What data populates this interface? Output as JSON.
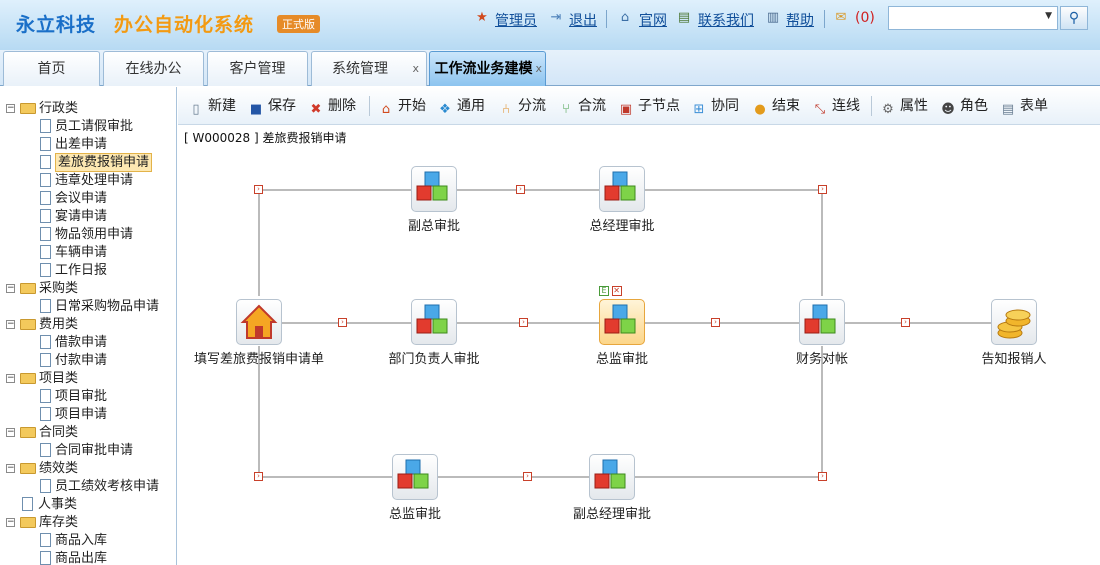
{
  "app": {
    "brand": "永立科技",
    "system_name": "办公自动化系统",
    "edition_badge": "正式版"
  },
  "top_links": {
    "admin": "管理员",
    "logout": "退出",
    "website": "官网",
    "contact": "联系我们",
    "help": "帮助",
    "messages_count": "(0)"
  },
  "search": {
    "placeholder": ""
  },
  "tabs": [
    {
      "label": "首页"
    },
    {
      "label": "在线办公"
    },
    {
      "label": "客户管理"
    },
    {
      "label": "系统管理",
      "close": "x"
    },
    {
      "label": "工作流业务建模",
      "close": "x"
    }
  ],
  "tree": {
    "groups": [
      {
        "label": "行政类",
        "toggle": "⊟",
        "items": [
          "员工请假审批",
          "出差申请",
          "差旅费报销申请",
          "违章处理申请",
          "会议申请",
          "宴请申请",
          "物品领用申请",
          "车辆申请",
          "工作日报"
        ]
      },
      {
        "label": "采购类",
        "toggle": "⊟",
        "items": [
          "日常采购物品申请"
        ]
      },
      {
        "label": "费用类",
        "toggle": "⊟",
        "items": [
          "借款申请",
          "付款申请"
        ]
      },
      {
        "label": "项目类",
        "toggle": "⊟",
        "items": [
          "项目审批",
          "项目申请"
        ]
      },
      {
        "label": "合同类",
        "toggle": "⊟",
        "items": [
          "合同审批申请"
        ]
      },
      {
        "label": "绩效类",
        "toggle": "⊟",
        "items": [
          "员工绩效考核申请"
        ]
      },
      {
        "label": "人事类",
        "toggle": "",
        "items": []
      },
      {
        "label": "库存类",
        "toggle": "⊟",
        "items": [
          "商品入库",
          "商品出库"
        ]
      }
    ],
    "selected": "差旅费报销申请"
  },
  "toolbar": {
    "new": "新建",
    "save": "保存",
    "delete": "删除",
    "start": "开始",
    "general": "通用",
    "split": "分流",
    "merge": "合流",
    "subnode": "子节点",
    "cooperate": "协同",
    "end": "结束",
    "connect": "连线",
    "properties": "属性",
    "role": "角色",
    "form": "表单"
  },
  "flow": {
    "id_label": "[ W000028 ] 差旅费报销申请",
    "nodes": {
      "start": "填写差旅费报销申请单",
      "vp_top": "副总审批",
      "gm_top": "总经理审批",
      "dept_head": "部门负责人审批",
      "director_mid": "总监审批",
      "finance": "财务对帐",
      "notify": "告知报销人",
      "director_bottom": "总监审批",
      "deputy_gm_bottom": "副总经理审批"
    },
    "selected_node": "director_mid"
  },
  "colors": {
    "brand_blue": "#1a6fc8",
    "brand_orange": "#f39a12",
    "header_bg": "#b7daf3",
    "active_tab": "#8cc4ef",
    "connector": "#777777",
    "arrow_marker": "#c8402a"
  }
}
